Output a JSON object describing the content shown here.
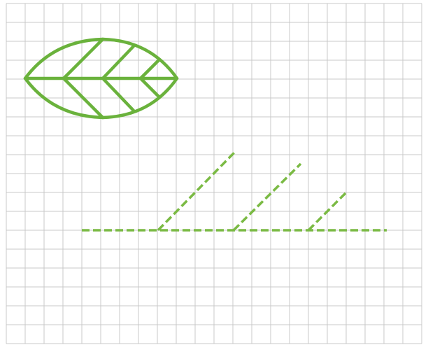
{
  "colors": {
    "grid": "#c8c8c8",
    "leaf": "#6ab23c",
    "dashed": "#7aba43",
    "background": "#ffffff"
  },
  "grid": {
    "columns": 22,
    "rows": 18
  },
  "figures": {
    "complete_leaf": {
      "shape": "leaf outline with midrib and three pairs of side veins",
      "style": "solid"
    },
    "partial_leaf": {
      "shape": "midrib with three side veins on one side",
      "style": "dashed"
    }
  }
}
